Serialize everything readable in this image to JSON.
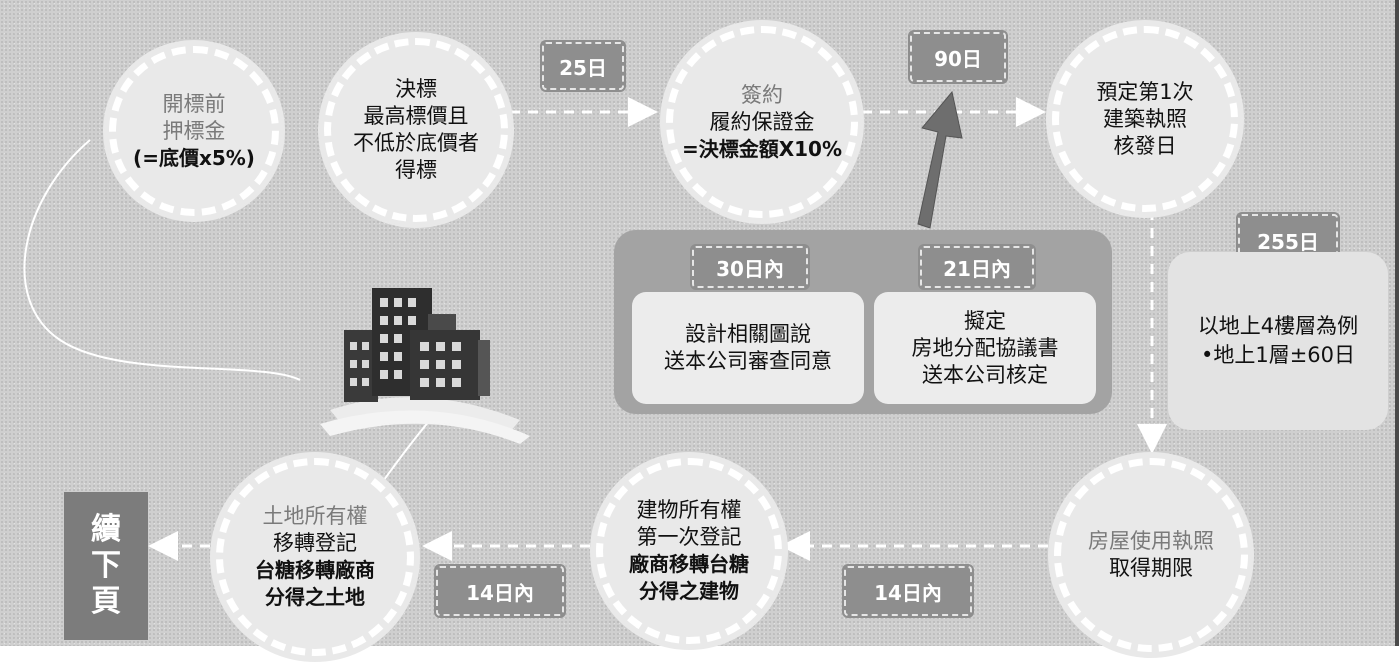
{
  "nodes": {
    "pre_bid": {
      "lines": [
        "開標前",
        "押標金",
        "(=底價x5%)"
      ]
    },
    "award": {
      "lines": [
        "決標",
        "最高標價且",
        "不低於底價者",
        "得標"
      ]
    },
    "contract": {
      "lines": [
        "簽約",
        "履約保證金",
        "=決標金額X10%"
      ]
    },
    "permit": {
      "lines": [
        "預定第1次",
        "建築執照",
        "核發日"
      ]
    },
    "use_permit": {
      "lines": [
        "房屋使用執照",
        "取得期限"
      ]
    },
    "building_reg": {
      "lines": [
        "建物所有權",
        "第一次登記",
        "廠商移轉台糖",
        "分得之建物"
      ]
    },
    "land_reg": {
      "lines": [
        "土地所有權",
        "移轉登記",
        "台糖移轉廠商",
        "分得之土地"
      ]
    }
  },
  "badges": {
    "b25": "25日",
    "b90": "90日",
    "b30": "30日內",
    "b21": "21日內",
    "b255": "255日",
    "b14a": "14日內",
    "b14b": "14日內"
  },
  "panel": {
    "design": [
      "設計相關圖說",
      "送本公司審查同意"
    ],
    "agreement": [
      "擬定",
      "房地分配協議書",
      "送本公司核定"
    ]
  },
  "side_note": [
    "以地上4樓層為例",
    "•地上1層±60日"
  ],
  "continue_label": [
    "續",
    "下",
    "頁"
  ]
}
